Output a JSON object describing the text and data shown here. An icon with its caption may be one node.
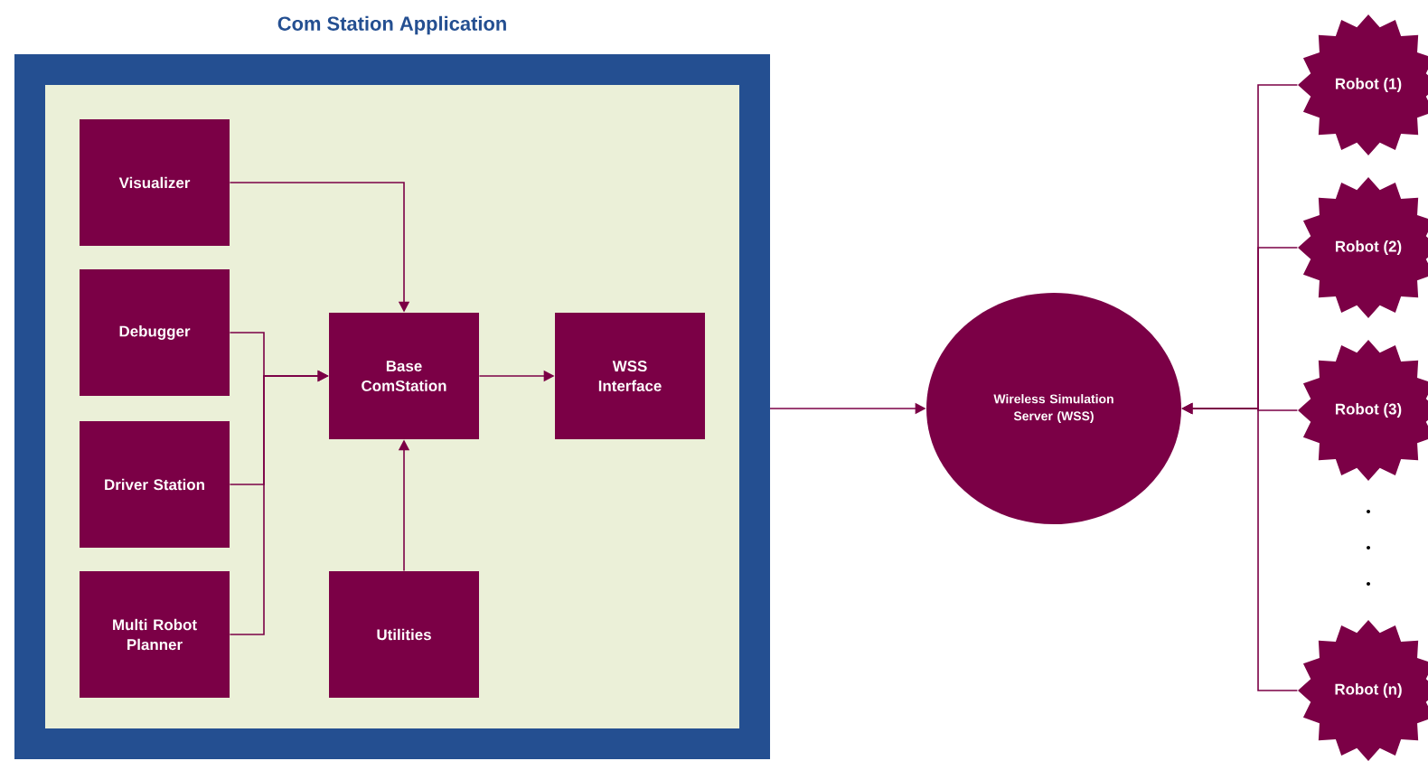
{
  "diagram": {
    "nodes": [
      {
        "text": [
          "Com Station Application"
        ]
      },
      {
        "text": [
          "Visualizer"
        ],
        "in": 0
      },
      {
        "text": [
          "Debugger"
        ],
        "in": 0
      },
      {
        "text": [
          "Driver Station"
        ],
        "in": 0
      },
      {
        "text": [
          "Multi Robot Planner"
        ],
        "in": 0
      },
      {
        "text": [
          "Base ComStation"
        ],
        "in": 0
      },
      {
        "text": [
          "WSS Interface"
        ],
        "in": 0
      },
      {
        "text": [
          "Utilities"
        ],
        "in": 0
      },
      {
        "text": [
          "Wireless Simulation Server (WSS)"
        ]
      },
      {
        "text": [
          "Robot (1)"
        ]
      },
      {
        "text": [
          "Robot (2)"
        ]
      },
      {
        "text": [
          "Robot (3)"
        ]
      },
      {
        "text": [
          "Robot (n)"
        ]
      }
    ],
    "edges": [
      {
        "from": 1,
        "to": 5,
        "arrow": "to"
      },
      {
        "from": 2,
        "to": 5,
        "arrow": "to"
      },
      {
        "from": 3,
        "to": 5,
        "arrow": "to"
      },
      {
        "from": 4,
        "to": 5,
        "arrow": "to"
      },
      {
        "from": 7,
        "to": 5,
        "arrow": "to"
      },
      {
        "from": 5,
        "to": 6,
        "arrow": "to"
      },
      {
        "from": 0,
        "to": 8,
        "arrow": "to"
      },
      {
        "from": 9,
        "to": 8,
        "arrow": "to"
      },
      {
        "from": 10,
        "to": 8,
        "arrow": "to"
      },
      {
        "from": 11,
        "to": 8,
        "arrow": "to"
      },
      {
        "from": 12,
        "to": 8,
        "arrow": "to"
      }
    ]
  }
}
